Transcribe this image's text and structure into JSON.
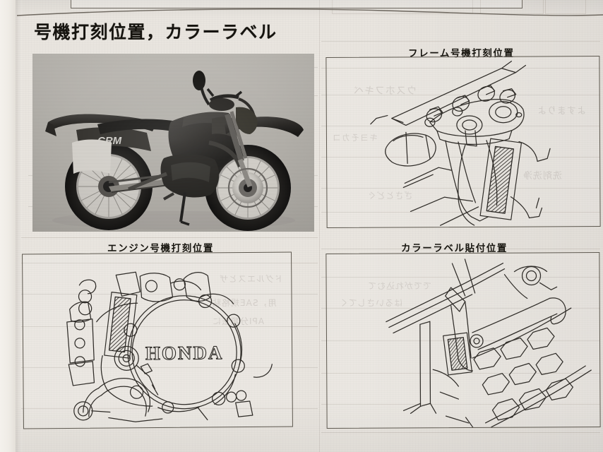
{
  "document": {
    "type": "service-manual-page",
    "language": "ja",
    "heading": "号機打刻位置，カラーラベル"
  },
  "photo": {
    "caption": "",
    "subject": "Honda CRM off-road motorcycle, left side view",
    "tank_decal": "CRM",
    "alt": "CRM オフロードバイク 左側面写真"
  },
  "panels": [
    {
      "id": "frame-number",
      "caption": "フレーム号機打刻位置",
      "subject": "ステアリングヘッド部 フレーム号機打刻位置図"
    },
    {
      "id": "engine-number",
      "caption": "エンジン号機打刻位置",
      "subject": "エンジンクランクケース エンジン号機打刻位置図",
      "engine_cover_text": "HONDA"
    },
    {
      "id": "color-label",
      "caption": "カラーラベル貼付位置",
      "subject": "カラーラベル貼付位置図"
    }
  ],
  "colors": {
    "paper": "#e9e5df",
    "gutter": "#f4f1ec",
    "ink": "#17150f",
    "rule": "#5d584f",
    "photo_base": "#b9b6b0"
  }
}
